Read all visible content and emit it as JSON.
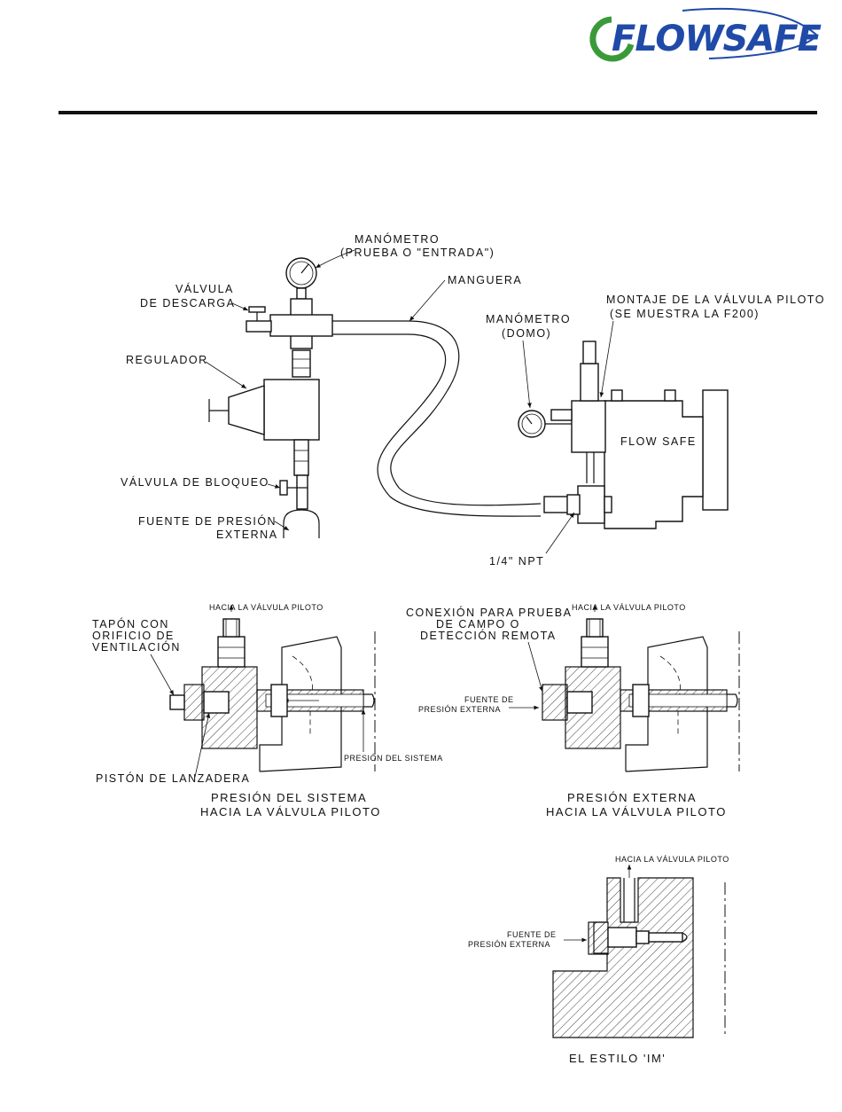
{
  "brand": {
    "logo_text": "FLOWSAFE",
    "logo_color": "#1f4aa8",
    "logo_accent_color": "#3a9a3a"
  },
  "top_diagram": {
    "gauge_inlet_label_1": "MANÓMETRO",
    "gauge_inlet_label_2": "(PRUEBA O \"ENTRADA\")",
    "hose_label": "MANGUERA",
    "relief_valve_label_1": "VÁLVULA",
    "relief_valve_label_2": "DE DESCARGA",
    "pilot_mount_label_1": "MONTAJE DE LA VÁLVULA PILOTO",
    "pilot_mount_label_2": "(SE MUESTRA LA F200)",
    "gauge_dome_label_1": "MANÓMETRO",
    "gauge_dome_label_2": "(DOMO)",
    "regulator_label": "REGULADOR",
    "valve_body_text": "FLOW SAFE",
    "block_valve_label": "VÁLVULA DE BLOQUEO",
    "source_label_1": "FUENTE DE PRESIÓN",
    "source_label_2": "EXTERNA",
    "npt_label": "1/4\" NPT"
  },
  "middle_left": {
    "to_pilot": "HACIA LA VÁLVULA PILOTO",
    "vent_plug_1": "TAPÓN CON",
    "vent_plug_2": "ORIFICIO DE",
    "vent_plug_3": "VENTILACIÓN",
    "system_pressure": "PRESIÓN DEL SISTEMA",
    "shuttle_piston": "PISTÓN DE LANZADERA",
    "caption_1": "PRESIÓN DEL SISTEMA",
    "caption_2": "HACIA LA VÁLVULA PILOTO"
  },
  "middle_right": {
    "to_pilot": "HACIA LA VÁLVULA PILOTO",
    "connection_1": "CONEXIÓN PARA PRUEBA",
    "connection_2": "DE CAMPO O",
    "connection_3": "DETECCIÓN REMOTA",
    "source_1": "FUENTE DE",
    "source_2": "PRESIÓN EXTERNA",
    "caption_1": "PRESIÓN EXTERNA",
    "caption_2": "HACIA LA VÁLVULA PILOTO"
  },
  "bottom_right": {
    "to_pilot": "HACIA LA VÁLVULA PILOTO",
    "source_1": "FUENTE DE",
    "source_2": "PRESIÓN EXTERNA",
    "caption": "EL ESTILO 'IM'"
  }
}
